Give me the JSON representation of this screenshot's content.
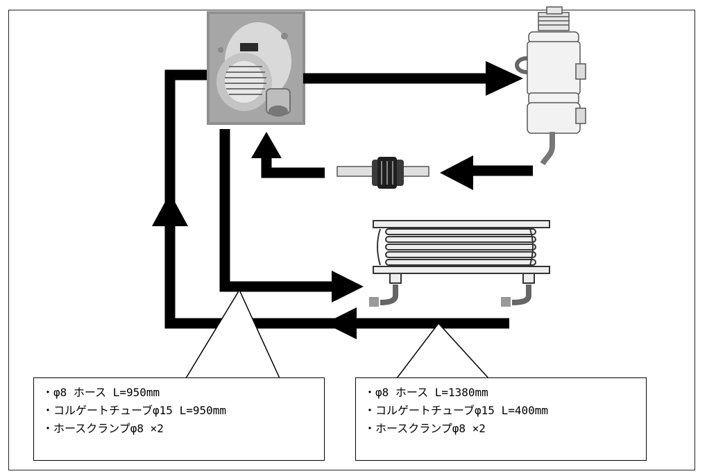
{
  "callouts": {
    "left": {
      "lines": [
        "・φ8 ホース L=950mm",
        "・コルゲートチューブφ15 L=950mm",
        "・ホースクランプφ8 ×2"
      ]
    },
    "right": {
      "lines": [
        "・φ8 ホース L=1380mm",
        "・コルゲートチューブφ15 L=400mm",
        "・ホースクランプφ8 ×2"
      ]
    }
  },
  "components": [
    "pump-photo",
    "reservoir-tank",
    "inline-filter",
    "oil-cooler"
  ],
  "colors": {
    "arrow": "#000000",
    "line": "#000000",
    "background": "#ffffff"
  }
}
